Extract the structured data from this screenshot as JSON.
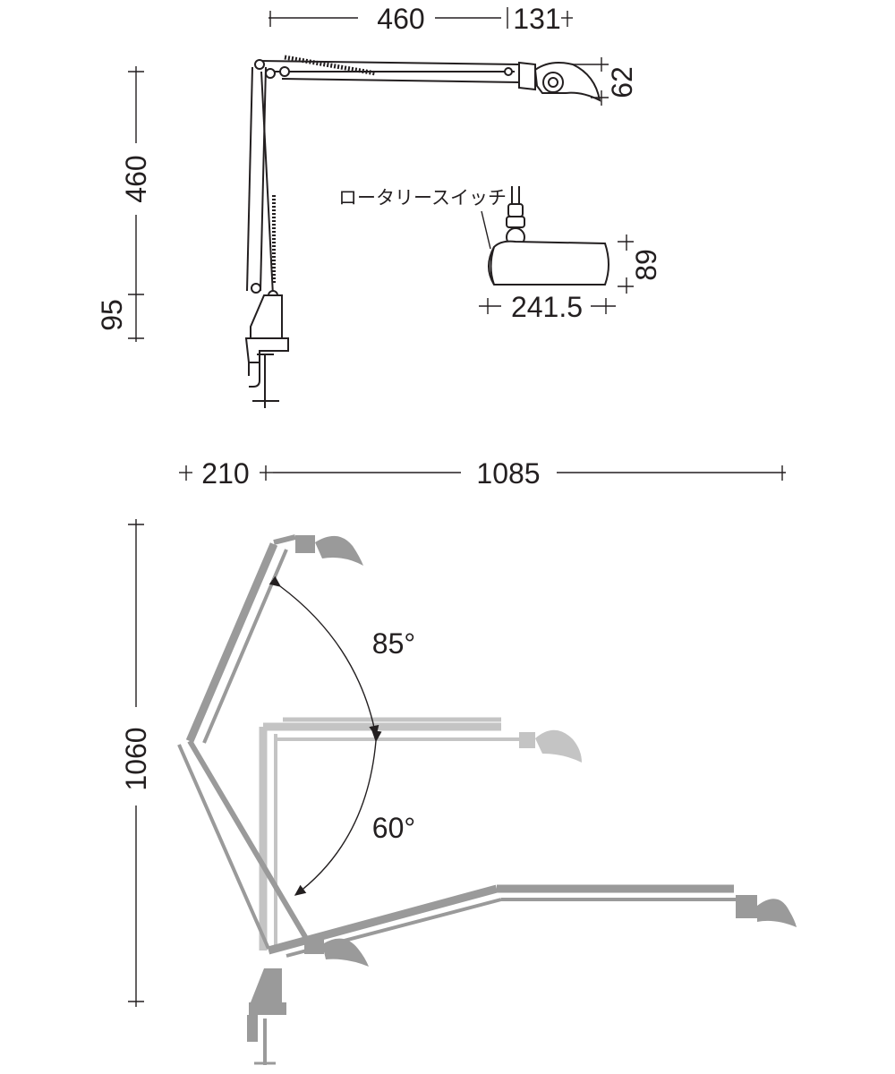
{
  "dimensions": {
    "top_arm_length": "460",
    "head_offset": "131",
    "head_height": "62",
    "upper_arm_length": "460",
    "base_height": "95",
    "shade_width": "241.5",
    "shade_height": "89",
    "reach_back": "210",
    "reach_forward": "1085",
    "total_height": "1060"
  },
  "labels": {
    "rotary_switch": "ロータリースイッチ"
  },
  "angles": {
    "upper": "85°",
    "lower": "60°"
  },
  "colors": {
    "ink": "#231f20",
    "position_dark": "#9a9a9a",
    "position_light": "#c4c4c4"
  }
}
